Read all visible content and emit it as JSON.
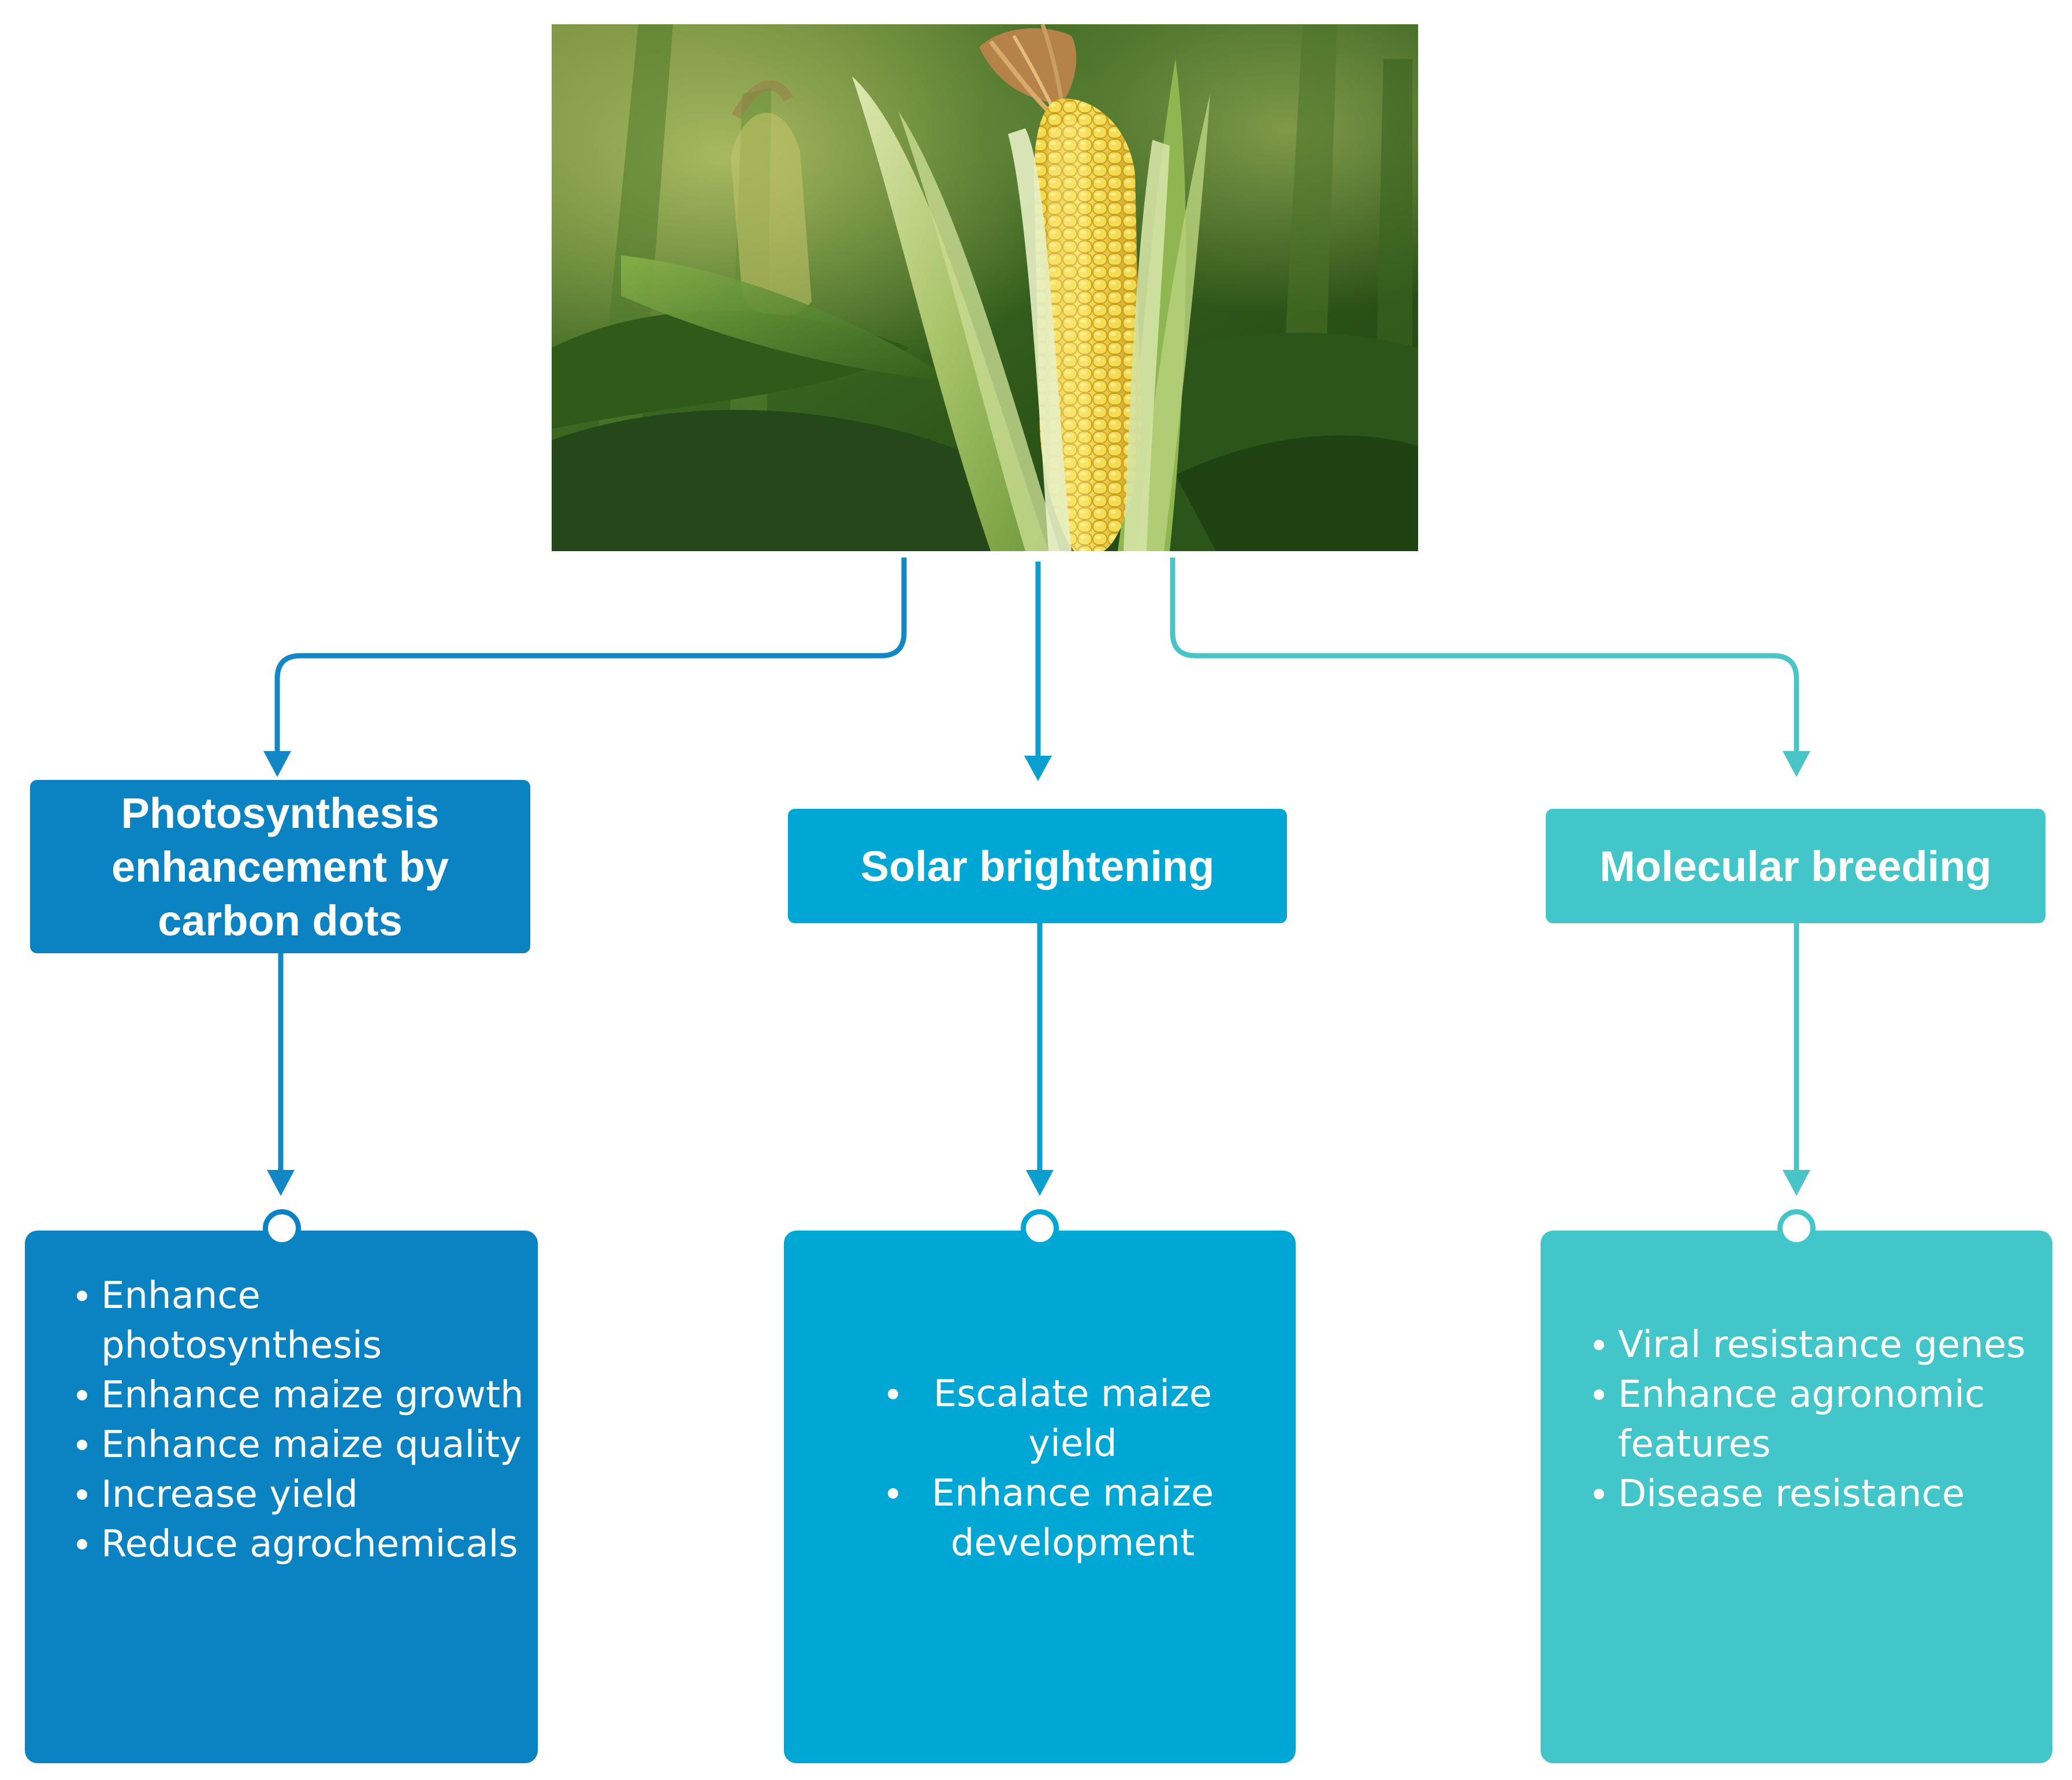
{
  "colors": {
    "photo_accent": "#0b83c2",
    "solar_accent": "#01a7d4",
    "molecular_accent": "#43c6c9",
    "connector_left": "#1188c5",
    "connector_center": "#0b9fd0",
    "connector_right": "#49c5c8"
  },
  "hero": {
    "icon": "maize-cob-photo"
  },
  "categories": [
    {
      "id": "photo",
      "title": "Photosynthesis\nenhancement by\ncarbon dots"
    },
    {
      "id": "solar",
      "title": "Solar brightening"
    },
    {
      "id": "molecular",
      "title": "Molecular breeding"
    }
  ],
  "details": [
    {
      "id": "photo",
      "items": [
        "Enhance photosynthesis",
        "Enhance maize growth",
        "Enhance maize quality",
        "Increase yield",
        "Reduce agrochemicals"
      ]
    },
    {
      "id": "solar",
      "items": [
        "Escalate maize yield",
        "Enhance maize development"
      ]
    },
    {
      "id": "molecular",
      "items": [
        "Viral resistance genes",
        "Enhance agronomic features",
        "Disease resistance"
      ]
    }
  ]
}
